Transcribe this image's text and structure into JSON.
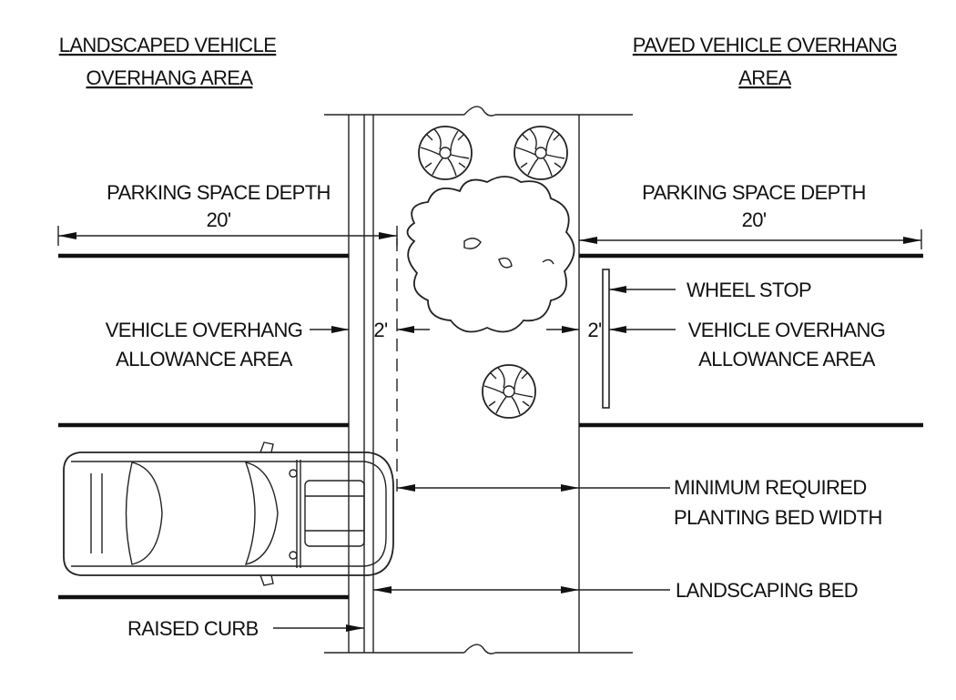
{
  "headings": {
    "left_line1": "LANDSCAPED VEHICLE",
    "left_line2": "OVERHANG AREA",
    "right_line1": "PAVED VEHICLE OVERHANG",
    "right_line2": "AREA"
  },
  "left_depth": {
    "label": "PARKING SPACE DEPTH",
    "value": "20'"
  },
  "right_depth": {
    "label": "PARKING SPACE DEPTH",
    "value": "20'"
  },
  "overhang_left": {
    "line1": "VEHICLE OVERHANG",
    "line2": "ALLOWANCE AREA",
    "dimension": "2'"
  },
  "overhang_right": {
    "line1": "VEHICLE OVERHANG",
    "line2": "ALLOWANCE AREA",
    "dimension": "2'"
  },
  "wheel_stop": "WHEEL STOP",
  "min_bed": {
    "line1": "MINIMUM REQUIRED",
    "line2": "PLANTING BED WIDTH"
  },
  "landscaping_bed": "LANDSCAPING BED",
  "raised_curb": "RAISED CURB",
  "symbols": {
    "vehicle": "pickup-truck-plan-view",
    "small_plants": "shrub-symbol",
    "large_plant": "tree-canopy-symbol"
  }
}
